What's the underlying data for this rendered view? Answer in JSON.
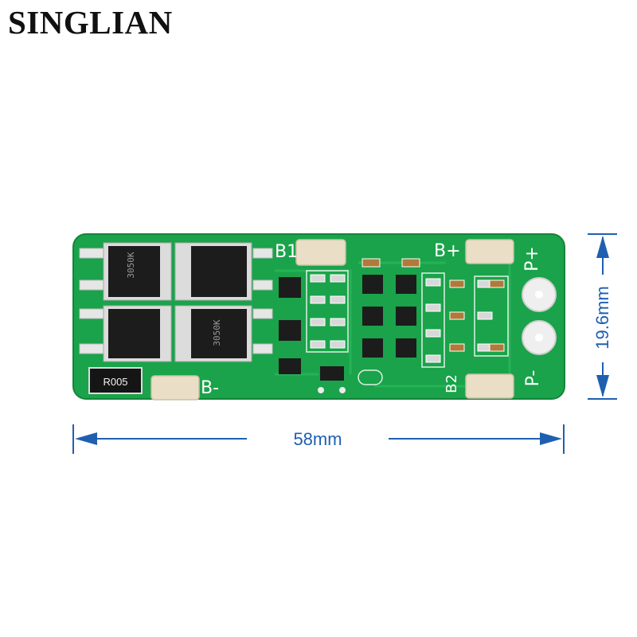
{
  "brand": "SINGLIAN",
  "board": {
    "pcb_color": "#1aa34a",
    "labels": {
      "b1": "B1",
      "b_plus": "B+",
      "p_plus": "P+",
      "b_minus": "B-",
      "p_minus": "P-",
      "b2": "B2",
      "resistor": "R005"
    },
    "mosfet_markings": [
      "3050K",
      "3050K"
    ]
  },
  "dimensions": {
    "color": "#1f5fb0",
    "width": "58mm",
    "height": "19.6mm"
  }
}
